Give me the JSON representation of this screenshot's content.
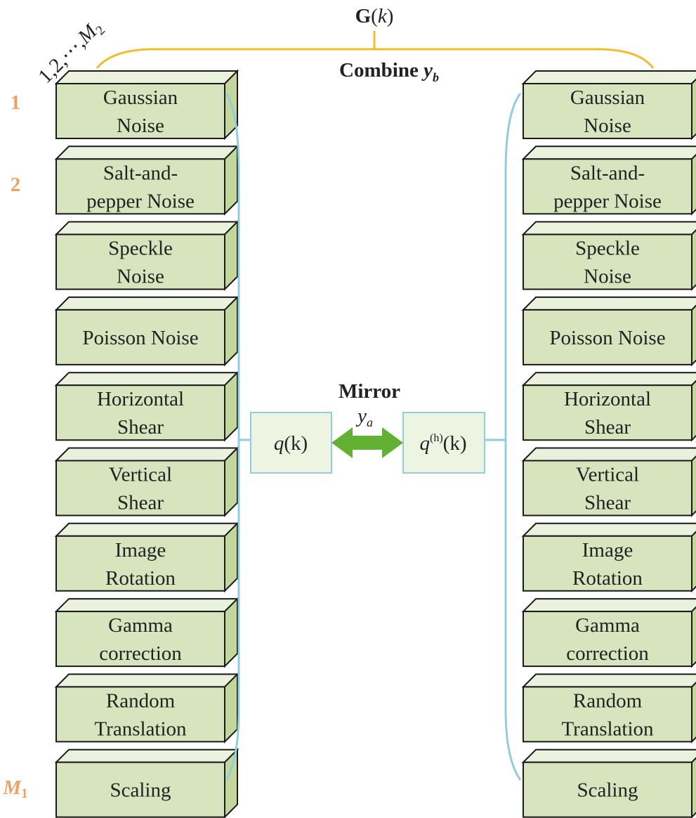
{
  "colors": {
    "box_front": "#d7e4bd",
    "box_top": "#eaf1dc",
    "box_side": "#c3d69b",
    "box_stroke": "#1a1a1a",
    "bracket_gold": "#f2bc2f",
    "bracket_cyan": "#92cddc",
    "arrow_green": "#63b133",
    "index_orange": "#f0a060"
  },
  "augmentations": [
    [
      "Gaussian",
      "Noise"
    ],
    [
      "Salt-and-",
      "pepper Noise"
    ],
    [
      "Speckle",
      "Noise"
    ],
    [
      "Poisson Noise"
    ],
    [
      "Horizontal",
      "Shear"
    ],
    [
      "Vertical",
      "Shear"
    ],
    [
      "Image",
      "Rotation"
    ],
    [
      "Gamma",
      "correction"
    ],
    [
      "Random",
      "Translation"
    ],
    [
      "Scaling"
    ]
  ],
  "index_labels": {
    "first": "1",
    "second": "2",
    "last_base": "M",
    "last_sub": "1"
  },
  "column_index": {
    "prefix": "1,2,⋯,",
    "base": "M",
    "sub": "2"
  },
  "top": {
    "G_bold": "G",
    "G_open": "(",
    "G_arg": "k",
    "G_close": ")",
    "combine_word": "Combine",
    "combine_var": "y",
    "combine_sub": "b"
  },
  "center": {
    "mirror_label": "Mirror",
    "mirror_var": "y",
    "mirror_sub": "a",
    "q_left_fn": "q",
    "q_left_arg": "(k)",
    "q_right_fn": "q",
    "q_right_sup": "(h)",
    "q_right_arg": "(k)"
  }
}
